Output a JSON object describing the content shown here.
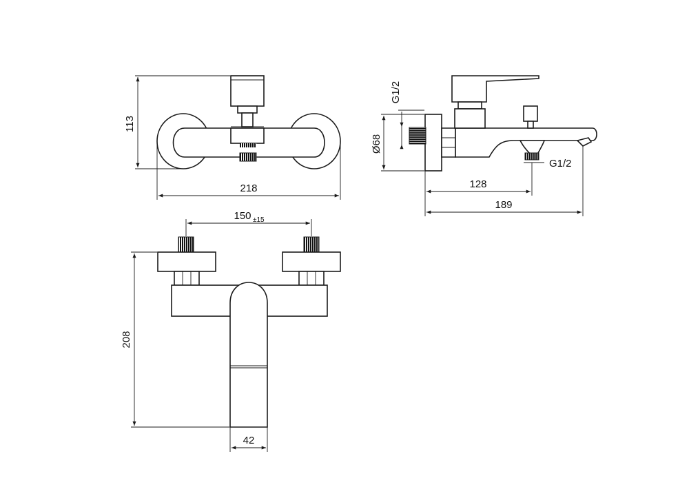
{
  "views": {
    "front_top": {
      "width_dim": "218",
      "height_dim": "113"
    },
    "side": {
      "diameter_dim": "Ø68",
      "inlet_thread": "G1/2",
      "outlet_thread": "G1/2",
      "depth_dim": "128",
      "length_dim": "189"
    },
    "front": {
      "spacing_dim": "150",
      "spacing_tol": "±15",
      "height_dim": "208",
      "spout_width_dim": "42"
    }
  },
  "colors": {
    "line": "#1a1a1a",
    "thread_fill": "#111111",
    "background": "#ffffff"
  }
}
